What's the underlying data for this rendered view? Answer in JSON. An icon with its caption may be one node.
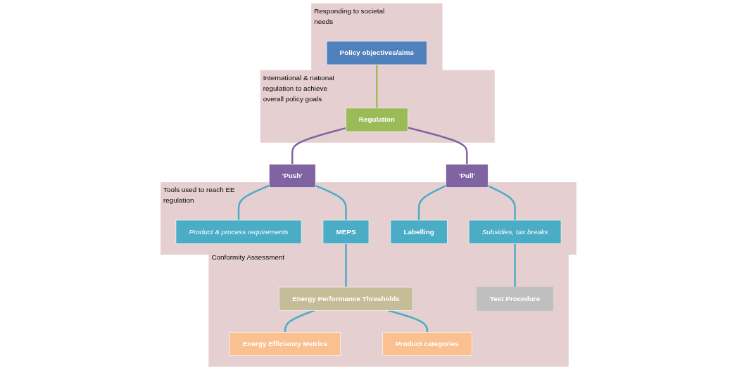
{
  "diagram": {
    "nodes": [
      {
        "text": [
          "Responding to societal needs"
        ]
      },
      {
        "text": [
          "Policy objectives/aims"
        ],
        "in": 0
      },
      {
        "text": [
          "International & national regulation to achieve overall policy goals"
        ]
      },
      {
        "text": [
          "Regulation"
        ],
        "in": 2
      },
      {
        "text": [
          "'Push'"
        ]
      },
      {
        "text": [
          "'Pull'"
        ]
      },
      {
        "text": [
          "Tools used to reach EE regulation"
        ]
      },
      {
        "text": [
          "Product & process requirements"
        ],
        "in": 6
      },
      {
        "text": [
          "MEPS"
        ],
        "in": 6
      },
      {
        "text": [
          "Labelling"
        ],
        "in": 6
      },
      {
        "text": [
          "Subsidies, tax breaks"
        ],
        "in": 6
      },
      {
        "text": [
          "Conformity Assessment"
        ]
      },
      {
        "text": [
          "Energy Performance Thresholds"
        ],
        "in": 11
      },
      {
        "text": [
          "Energy Efficiency Metrics"
        ],
        "in": 11
      },
      {
        "text": [
          "Product categories"
        ],
        "in": 11
      },
      {
        "text": [
          "Test Procedure"
        ],
        "in": 11
      }
    ],
    "edges": [
      {
        "from": 1,
        "to": 3,
        "arrow": "none",
        "color": "#9bbb59"
      },
      {
        "from": 3,
        "to": 4,
        "arrow": "none",
        "color": "#8064a2"
      },
      {
        "from": 3,
        "to": 5,
        "arrow": "none",
        "color": "#8064a2"
      },
      {
        "from": 4,
        "to": 7,
        "arrow": "none"
      },
      {
        "from": 4,
        "to": 8,
        "arrow": "none"
      },
      {
        "from": 5,
        "to": 9,
        "arrow": "none"
      },
      {
        "from": 5,
        "to": 10,
        "arrow": "none"
      },
      {
        "from": 8,
        "to": 12,
        "arrow": "none"
      },
      {
        "from": 12,
        "to": 13,
        "arrow": "none"
      },
      {
        "from": 12,
        "to": 14,
        "arrow": "none"
      },
      {
        "from": 10,
        "to": 15,
        "arrow": "none"
      }
    ]
  }
}
